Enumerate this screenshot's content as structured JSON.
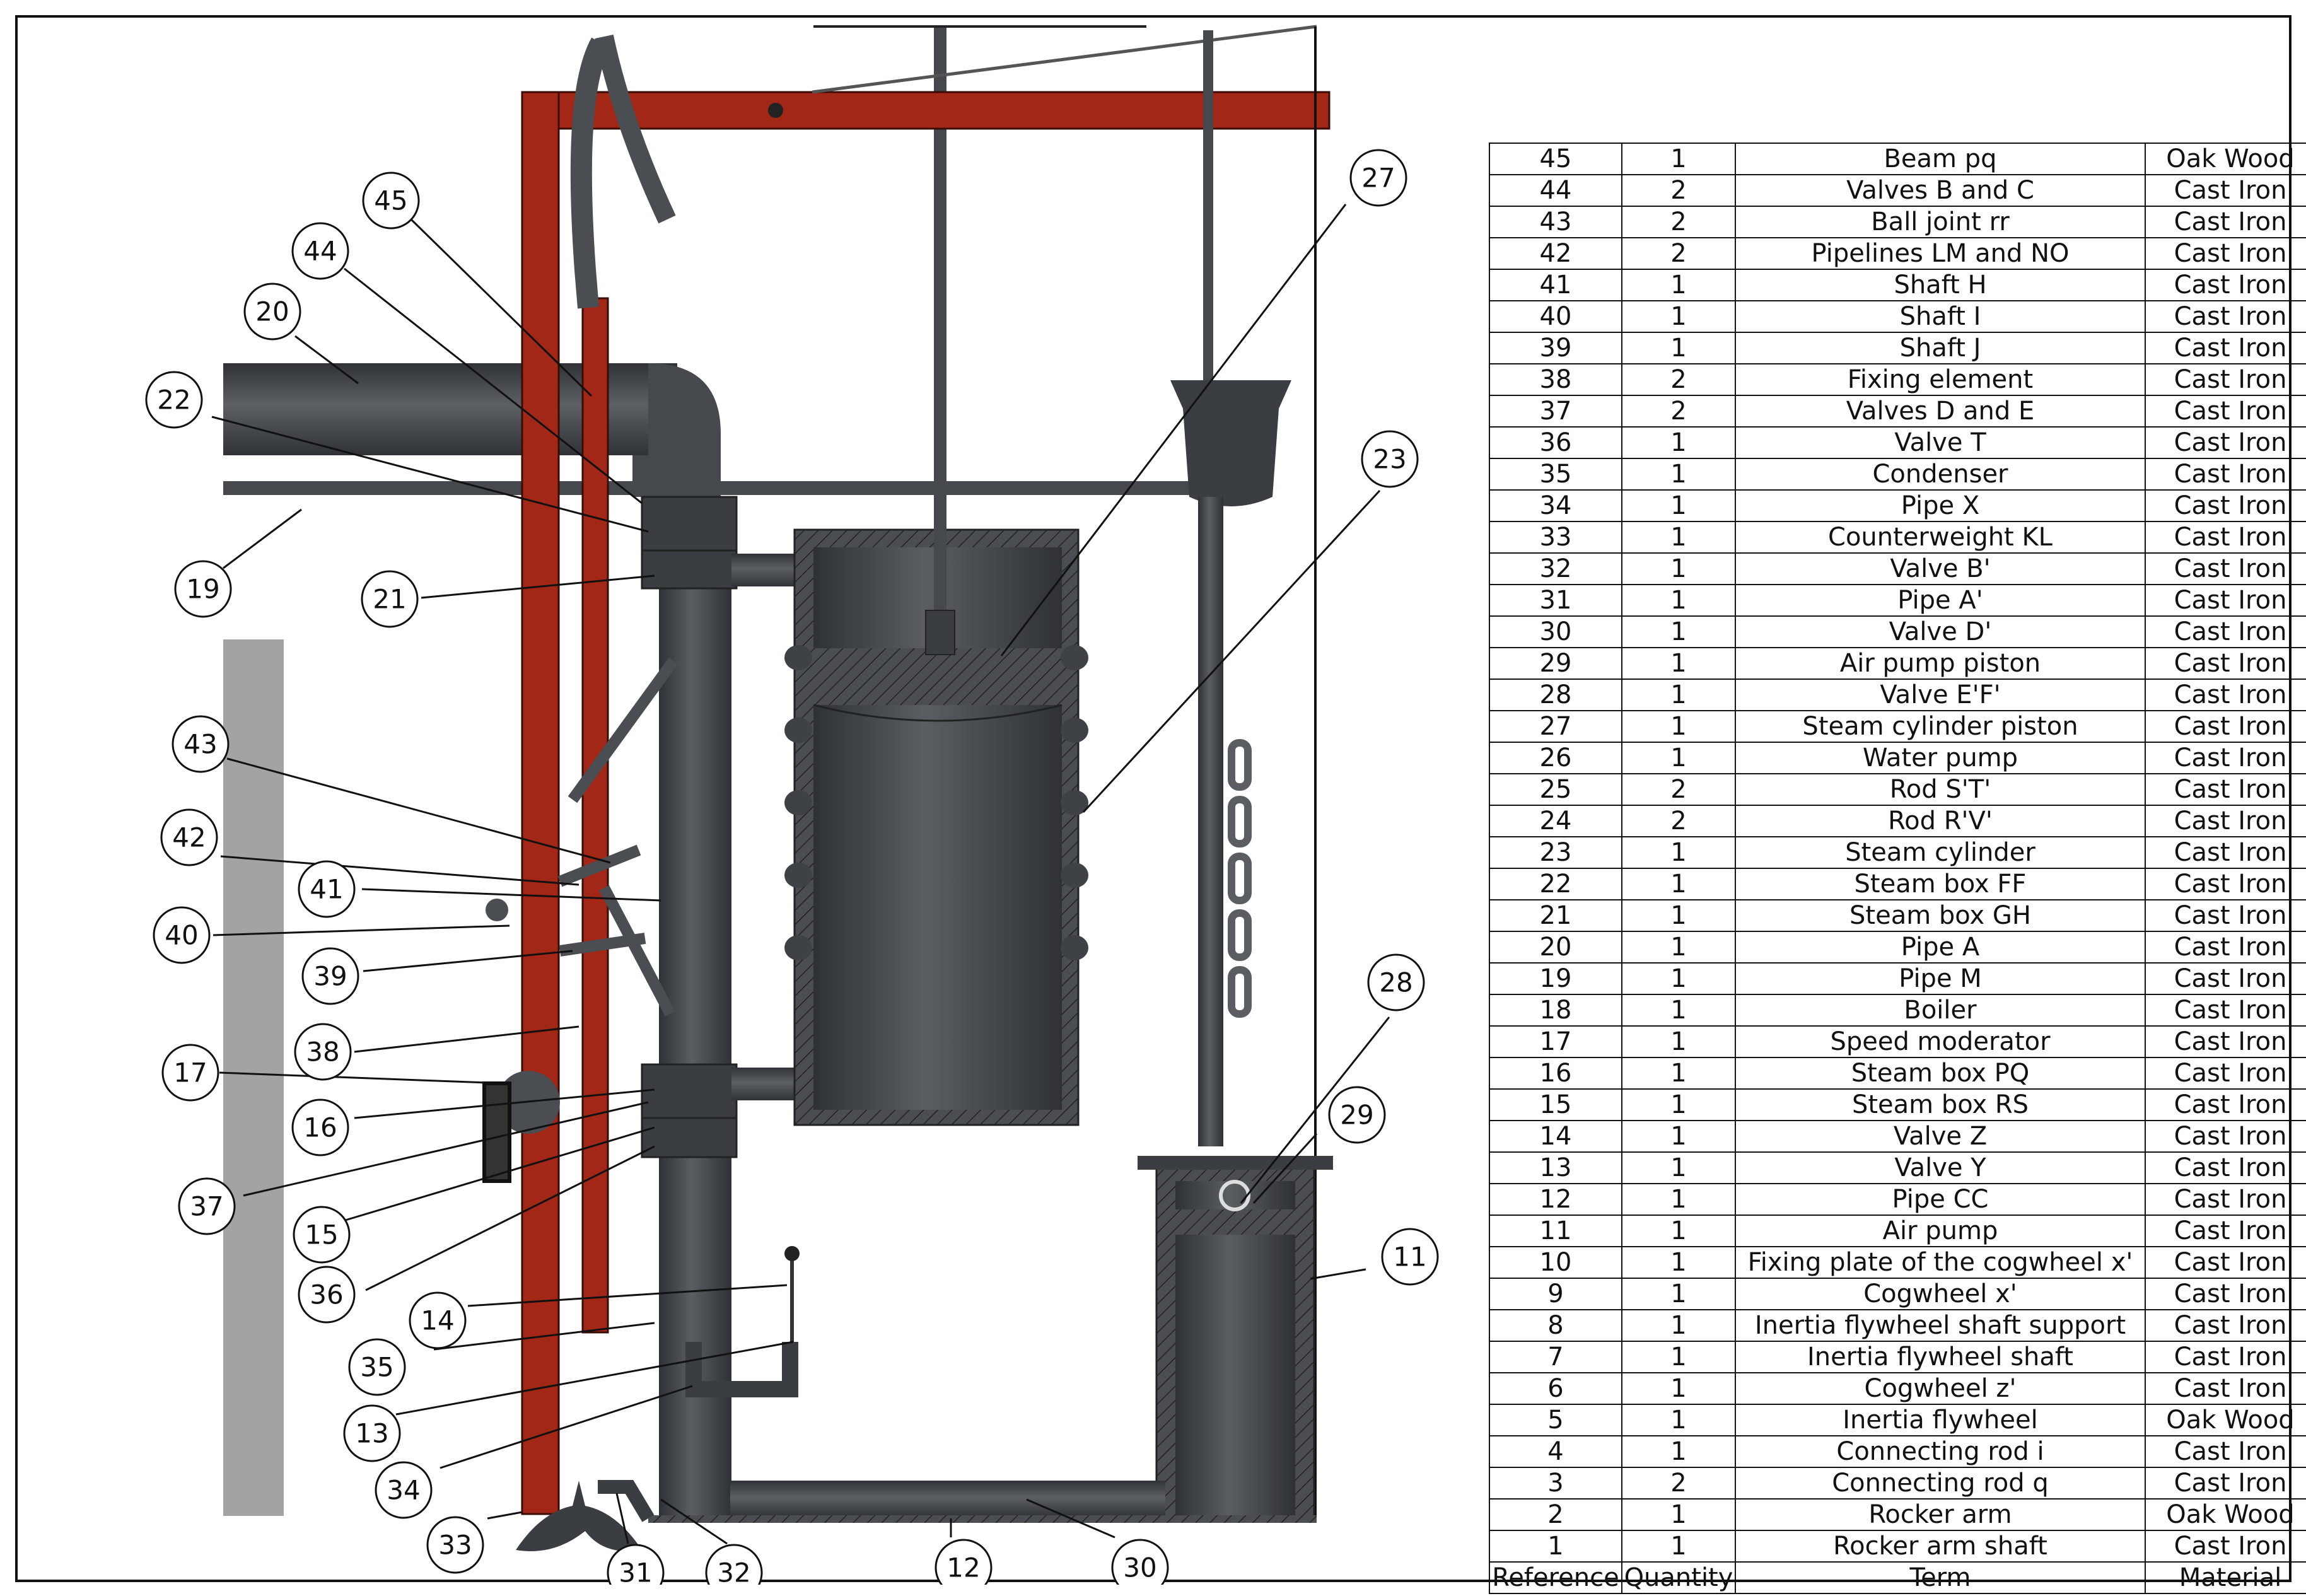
{
  "balloons": [
    "45",
    "44",
    "20",
    "22",
    "19",
    "21",
    "43",
    "42",
    "41",
    "40",
    "39",
    "38",
    "17",
    "16",
    "37",
    "15",
    "36",
    "14",
    "35",
    "13",
    "34",
    "33",
    "31",
    "32",
    "12",
    "30",
    "27",
    "23",
    "28",
    "29",
    "11"
  ],
  "bom": {
    "headers": {
      "reference": "Reference",
      "quantity": "Quantity",
      "term": "Term",
      "material": "Material"
    },
    "rows": [
      {
        "ref": "45",
        "qty": "1",
        "term": "Beam pq",
        "material": "Oak Wood"
      },
      {
        "ref": "44",
        "qty": "2",
        "term": "Valves B and C",
        "material": "Cast Iron"
      },
      {
        "ref": "43",
        "qty": "2",
        "term": "Ball joint rr",
        "material": "Cast Iron"
      },
      {
        "ref": "42",
        "qty": "2",
        "term": "Pipelines LM and NO",
        "material": "Cast Iron"
      },
      {
        "ref": "41",
        "qty": "1",
        "term": "Shaft H",
        "material": "Cast Iron"
      },
      {
        "ref": "40",
        "qty": "1",
        "term": "Shaft I",
        "material": "Cast Iron"
      },
      {
        "ref": "39",
        "qty": "1",
        "term": "Shaft J",
        "material": "Cast Iron"
      },
      {
        "ref": "38",
        "qty": "2",
        "term": "Fixing element",
        "material": "Cast Iron"
      },
      {
        "ref": "37",
        "qty": "2",
        "term": "Valves D and E",
        "material": "Cast Iron"
      },
      {
        "ref": "36",
        "qty": "1",
        "term": "Valve T",
        "material": "Cast Iron"
      },
      {
        "ref": "35",
        "qty": "1",
        "term": "Condenser",
        "material": "Cast Iron"
      },
      {
        "ref": "34",
        "qty": "1",
        "term": "Pipe X",
        "material": "Cast Iron"
      },
      {
        "ref": "33",
        "qty": "1",
        "term": "Counterweight KL",
        "material": "Cast Iron"
      },
      {
        "ref": "32",
        "qty": "1",
        "term": "Valve B'",
        "material": "Cast Iron"
      },
      {
        "ref": "31",
        "qty": "1",
        "term": "Pipe A'",
        "material": "Cast Iron"
      },
      {
        "ref": "30",
        "qty": "1",
        "term": "Valve D'",
        "material": "Cast Iron"
      },
      {
        "ref": "29",
        "qty": "1",
        "term": "Air pump piston",
        "material": "Cast Iron"
      },
      {
        "ref": "28",
        "qty": "1",
        "term": "Valve E'F'",
        "material": "Cast Iron"
      },
      {
        "ref": "27",
        "qty": "1",
        "term": "Steam cylinder piston",
        "material": "Cast Iron"
      },
      {
        "ref": "26",
        "qty": "1",
        "term": "Water pump",
        "material": "Cast Iron"
      },
      {
        "ref": "25",
        "qty": "2",
        "term": "Rod S'T'",
        "material": "Cast Iron"
      },
      {
        "ref": "24",
        "qty": "2",
        "term": "Rod R'V'",
        "material": "Cast Iron"
      },
      {
        "ref": "23",
        "qty": "1",
        "term": "Steam cylinder",
        "material": "Cast Iron"
      },
      {
        "ref": "22",
        "qty": "1",
        "term": "Steam box FF",
        "material": "Cast Iron"
      },
      {
        "ref": "21",
        "qty": "1",
        "term": "Steam box GH",
        "material": "Cast Iron"
      },
      {
        "ref": "20",
        "qty": "1",
        "term": "Pipe A",
        "material": "Cast Iron"
      },
      {
        "ref": "19",
        "qty": "1",
        "term": "Pipe M",
        "material": "Cast Iron"
      },
      {
        "ref": "18",
        "qty": "1",
        "term": "Boiler",
        "material": "Cast Iron"
      },
      {
        "ref": "17",
        "qty": "1",
        "term": "Speed moderator",
        "material": "Cast Iron"
      },
      {
        "ref": "16",
        "qty": "1",
        "term": "Steam box PQ",
        "material": "Cast Iron"
      },
      {
        "ref": "15",
        "qty": "1",
        "term": "Steam box RS",
        "material": "Cast Iron"
      },
      {
        "ref": "14",
        "qty": "1",
        "term": "Valve Z",
        "material": "Cast Iron"
      },
      {
        "ref": "13",
        "qty": "1",
        "term": "Valve Y",
        "material": "Cast Iron"
      },
      {
        "ref": "12",
        "qty": "1",
        "term": "Pipe CC",
        "material": "Cast Iron"
      },
      {
        "ref": "11",
        "qty": "1",
        "term": "Air pump",
        "material": "Cast Iron"
      },
      {
        "ref": "10",
        "qty": "1",
        "term": "Fixing plate of the cogwheel x'",
        "material": "Cast Iron"
      },
      {
        "ref": "9",
        "qty": "1",
        "term": "Cogwheel x'",
        "material": "Cast Iron"
      },
      {
        "ref": "8",
        "qty": "1",
        "term": "Inertia flywheel shaft support",
        "material": "Cast Iron"
      },
      {
        "ref": "7",
        "qty": "1",
        "term": "Inertia flywheel shaft",
        "material": "Cast Iron"
      },
      {
        "ref": "6",
        "qty": "1",
        "term": "Cogwheel z'",
        "material": "Cast Iron"
      },
      {
        "ref": "5",
        "qty": "1",
        "term": "Inertia flywheel",
        "material": "Oak Wood"
      },
      {
        "ref": "4",
        "qty": "1",
        "term": "Connecting rod i",
        "material": "Cast Iron"
      },
      {
        "ref": "3",
        "qty": "2",
        "term": "Connecting rod q",
        "material": "Cast Iron"
      },
      {
        "ref": "2",
        "qty": "1",
        "term": "Rocker arm",
        "material": "Oak Wood"
      },
      {
        "ref": "1",
        "qty": "1",
        "term": "Rocker arm shaft",
        "material": "Cast Iron"
      }
    ]
  },
  "colors": {
    "frame_red": "#a32716",
    "metal_dark": "#3d4044",
    "metal_mid": "#55595e",
    "wall_gray": "#a3a3a3",
    "line": "#111111"
  }
}
